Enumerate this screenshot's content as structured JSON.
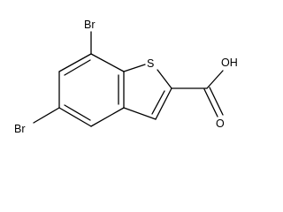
{
  "diagram": {
    "type": "skeletal-formula",
    "background": "#ffffff",
    "line_color": "#000000",
    "atom_labels": {
      "bromine_top": "Br",
      "bromine_left": "Br",
      "sulfur": "S",
      "hydroxyl": "OH",
      "carbonyl_oxygen": "O"
    }
  }
}
